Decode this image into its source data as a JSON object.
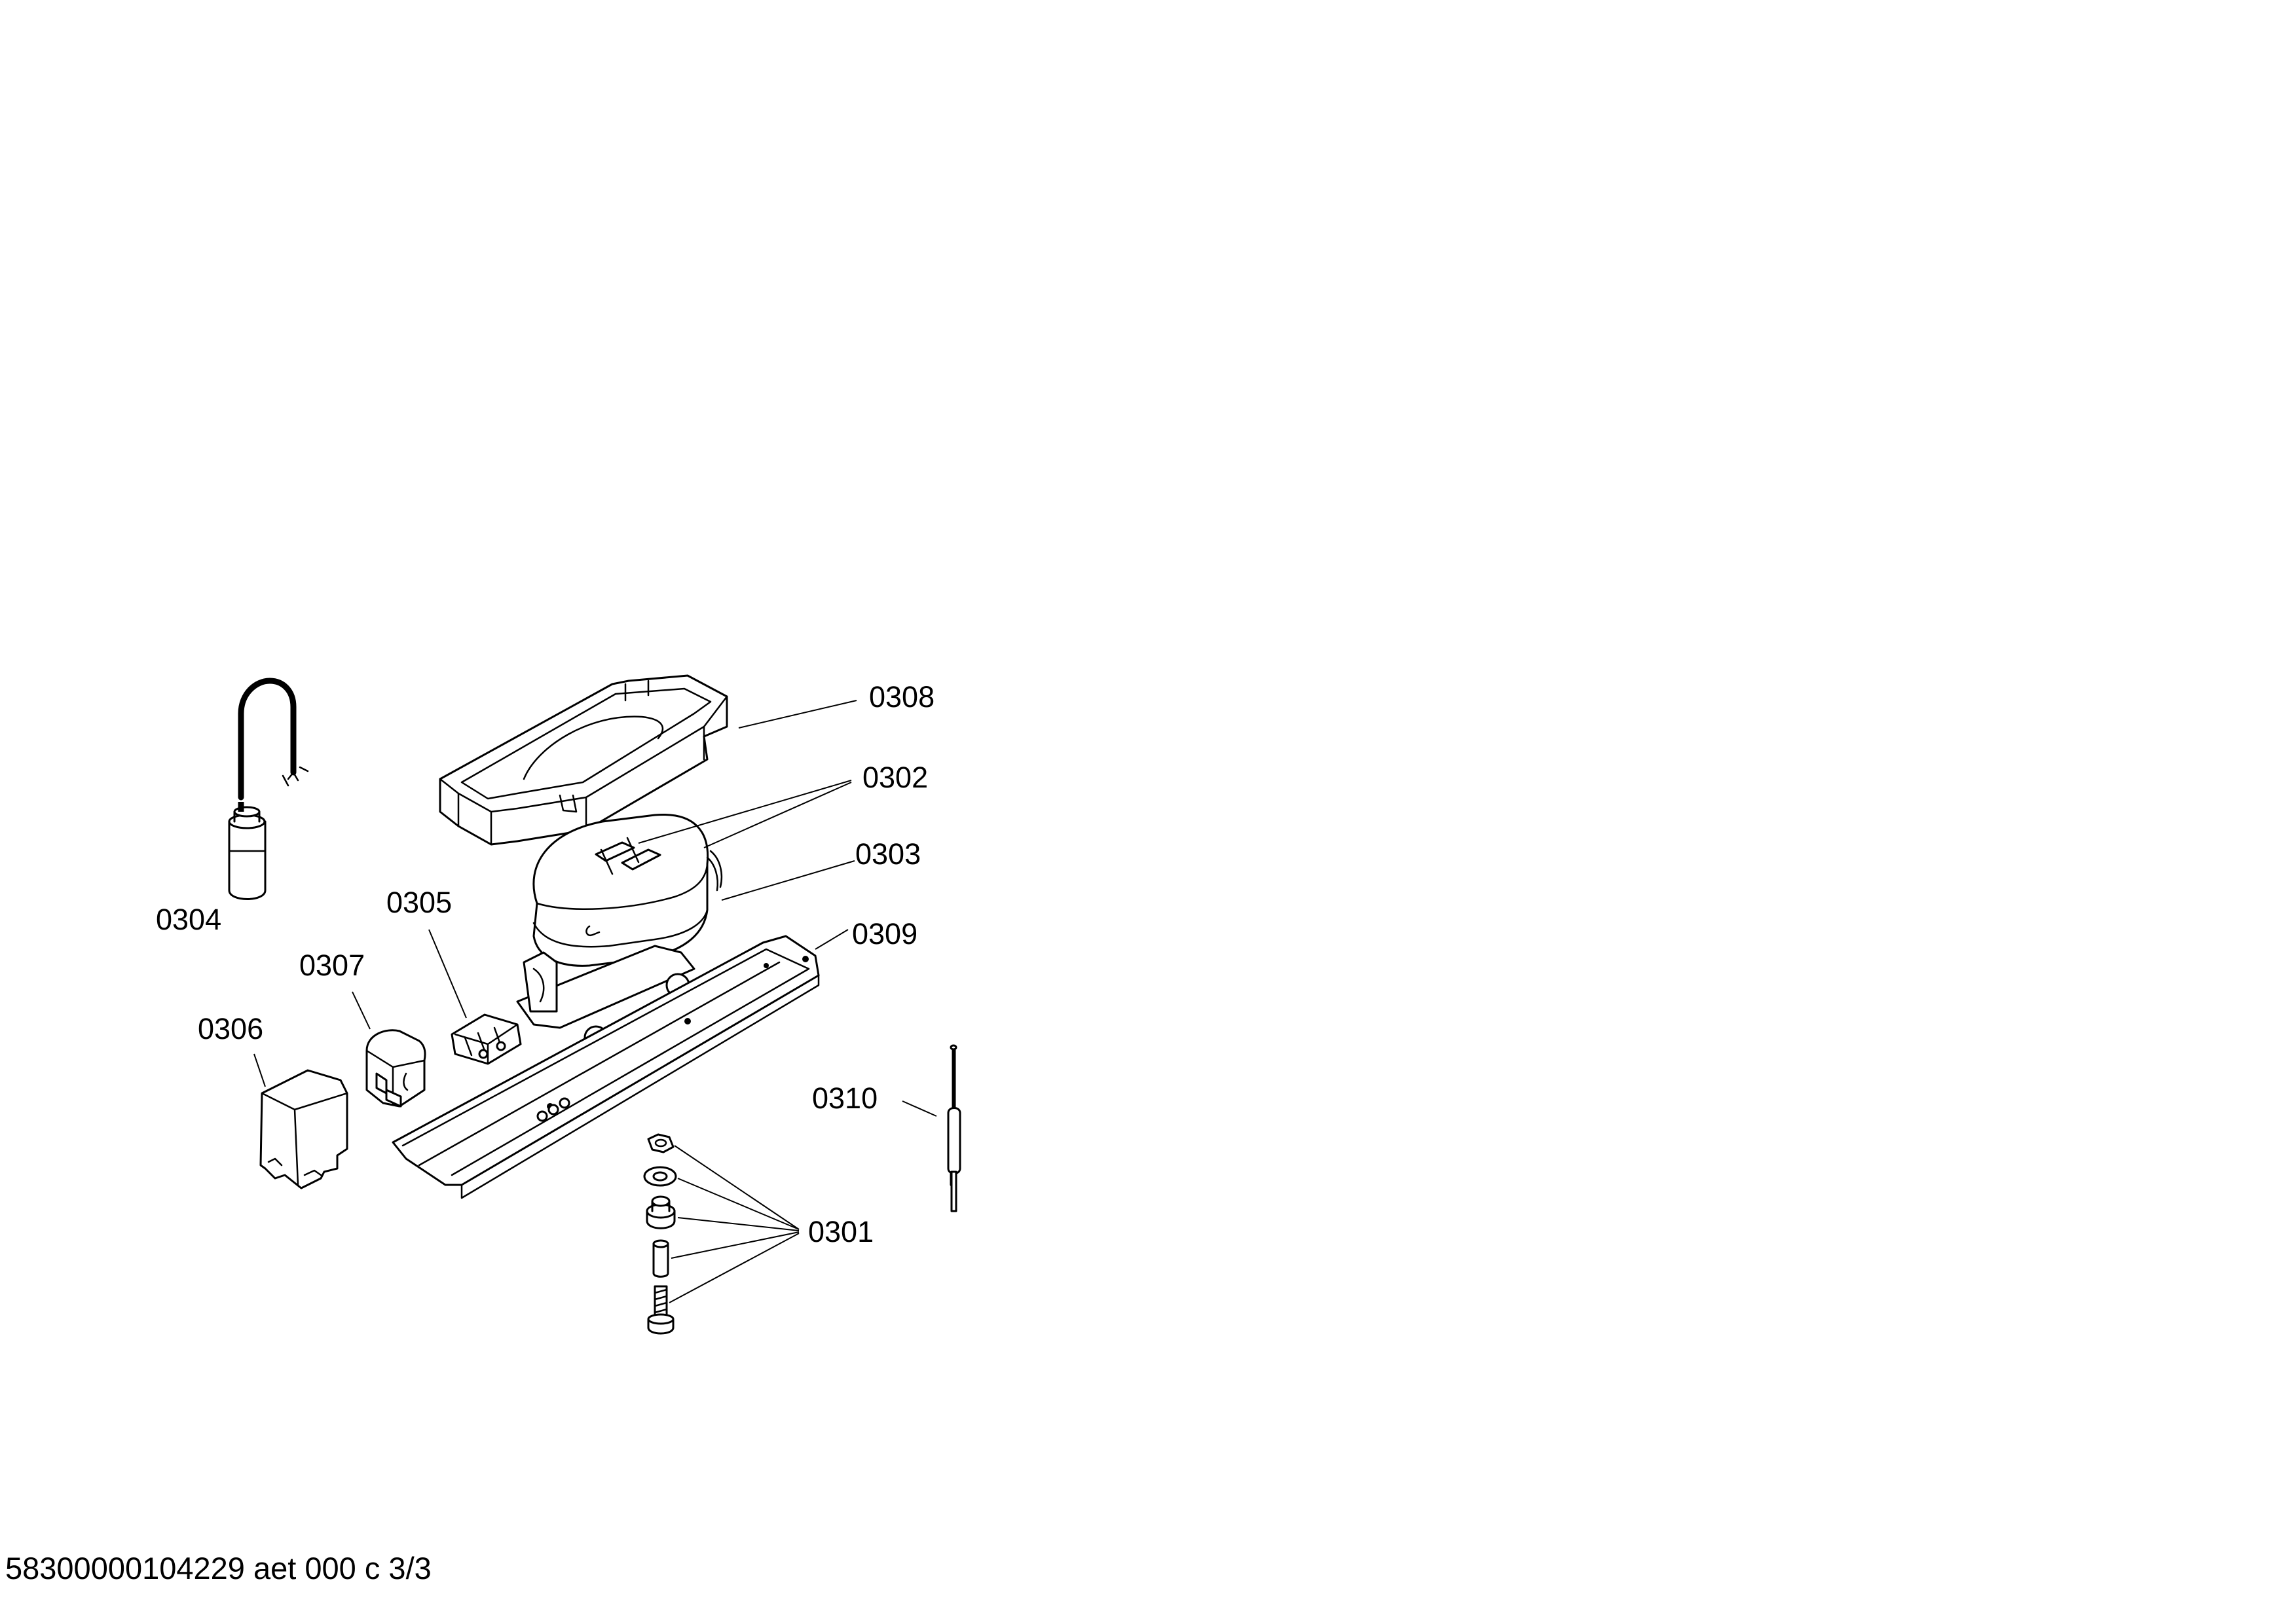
{
  "diagram": {
    "callouts": [
      {
        "id": "0308",
        "text": "0308"
      },
      {
        "id": "0302",
        "text": "0302"
      },
      {
        "id": "0303",
        "text": "0303"
      },
      {
        "id": "0309",
        "text": "0309"
      },
      {
        "id": "0304",
        "text": "0304"
      },
      {
        "id": "0305",
        "text": "0305"
      },
      {
        "id": "0307",
        "text": "0307"
      },
      {
        "id": "0306",
        "text": "0306"
      },
      {
        "id": "0310",
        "text": "0310"
      },
      {
        "id": "0301",
        "text": "0301"
      }
    ]
  },
  "footer": {
    "document_code": "58300000104229 aet 000 c 3/3"
  }
}
